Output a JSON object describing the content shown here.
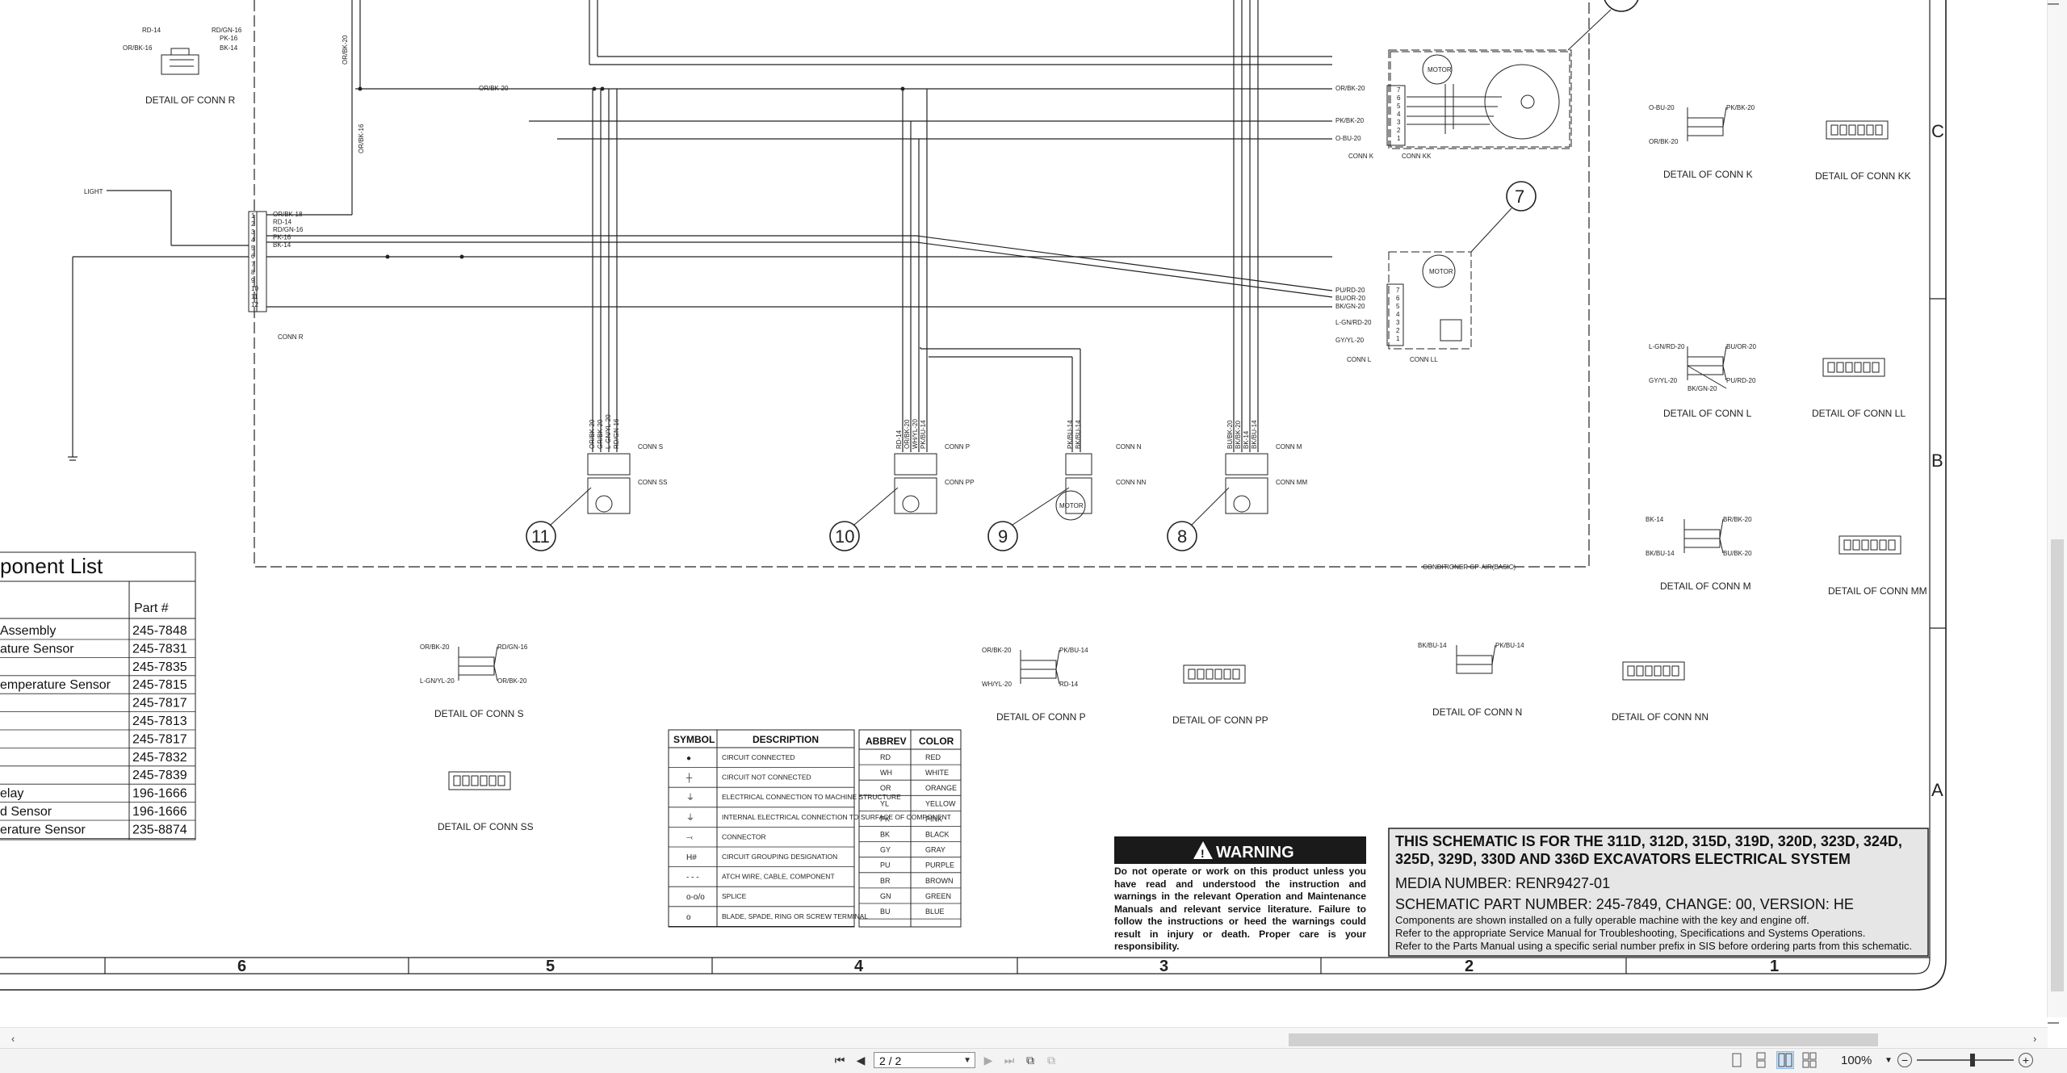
{
  "schematic": {
    "zones": [
      "C",
      "B",
      "A"
    ],
    "columns": [
      "6",
      "5",
      "4",
      "3",
      "2",
      "1"
    ],
    "top_left_connector": {
      "pins": [
        "RD-14",
        "RD/GN-16",
        "PK-16",
        "OR/BK-16",
        "BK-14"
      ],
      "caption": "DETAIL OF CONN R"
    },
    "conn_r": {
      "label": "CONN R",
      "wires": [
        "OR/BK-18",
        "RD-14",
        "RD/GN-16",
        "PK-16",
        "BK-14"
      ],
      "pins": [
        "1",
        "2",
        "3",
        "4",
        "5",
        "6",
        "7",
        "8",
        "9",
        "10",
        "11",
        "12"
      ],
      "light_label": "LIGHT",
      "top_wire_a": "OR/BK-20",
      "top_wire_b": "OR/BK-20",
      "top_wire_c": "OR/BK-16"
    },
    "conn_k": {
      "wires": [
        "OR/BK-20",
        "PK/BK-20",
        "O-BU-20"
      ],
      "pins": [
        "7",
        "6",
        "5",
        "4",
        "3",
        "2",
        "1"
      ],
      "motor": "MOTOR",
      "label_left": "CONN K",
      "label_right": "CONN KK"
    },
    "conn_l": {
      "wires": [
        "PU/RD-20",
        "BU/OR-20",
        "BK/GN-20",
        "L-GN/RD-20",
        "GY/YL-20"
      ],
      "pins": [
        "7",
        "6",
        "5",
        "4",
        "3",
        "2",
        "1"
      ],
      "motor": "MOTOR",
      "label_left": "CONN L",
      "label_right": "CONN LL"
    },
    "callouts": [
      "11",
      "10",
      "9",
      "8",
      "7"
    ],
    "lower_connectors": [
      {
        "wires": [
          "OR/BK-20",
          "GR/BK-20",
          "L-GN/YL-20",
          "RD/GN-16"
        ],
        "a": "CONN S",
        "b": "CONN SS"
      },
      {
        "wires": [
          "RD-14",
          "OR/BK-20",
          "WH/YL-20",
          "PK/BU-14"
        ],
        "a": "CONN P",
        "b": "CONN PP"
      },
      {
        "wires": [
          "PK/BU-14",
          "BK/BU-14"
        ],
        "a": "CONN N",
        "b": "CONN NN",
        "motor": "MOTOR"
      },
      {
        "wires": [
          "BU/BK-20",
          "BK/BK-20",
          "BK-14",
          "BK/BU-14"
        ],
        "a": "CONN M",
        "b": "CONN MM"
      }
    ],
    "box_caption": "CONDITIONER GP-AIR(BASIC)",
    "right_details": [
      {
        "pins": [
          "O-BU-20",
          "PK/BK-20",
          "OR/BK-20"
        ],
        "caption": "DETAIL OF CONN K"
      },
      {
        "caption": "DETAIL OF CONN KK"
      },
      {
        "pins": [
          "L-GN/RD-20",
          "BU/OR-20",
          "GY/YL-20",
          "PU/RD-20",
          "BK/GN-20"
        ],
        "caption": "DETAIL OF CONN L"
      },
      {
        "caption": "DETAIL OF CONN LL"
      },
      {
        "pins": [
          "BK-14",
          "BR/BK-20",
          "BK/BU-14",
          "BU/BK-20"
        ],
        "caption": "DETAIL OF CONN M"
      },
      {
        "caption": "DETAIL OF CONN MM"
      }
    ],
    "lower_details": [
      {
        "pins": [
          "OR/BK-20",
          "RD/GN-16",
          "L-GN/YL-20",
          "OR/BK-20"
        ],
        "caption": "DETAIL OF CONN S"
      },
      {
        "caption": "DETAIL OF CONN SS"
      },
      {
        "pins": [
          "OR/BK-20",
          "PK/BU-14",
          "WH/YL-20",
          "RD-14"
        ],
        "caption": "DETAIL OF CONN P"
      },
      {
        "caption": "DETAIL OF CONN PP"
      },
      {
        "pins": [
          "BK/BU-14",
          "PK/BU-14"
        ],
        "caption": "DETAIL OF CONN N"
      },
      {
        "caption": "DETAIL OF CONN NN"
      }
    ]
  },
  "component_list": {
    "title": "ponent List",
    "header_part": "Part #",
    "rows": [
      {
        "name": "Assembly",
        "part": "245-7848"
      },
      {
        "name": "ature Sensor",
        "part": "245-7831"
      },
      {
        "name": "",
        "part": "245-7835"
      },
      {
        "name": "emperature Sensor",
        "part": "245-7815"
      },
      {
        "name": "",
        "part": "245-7817"
      },
      {
        "name": "",
        "part": "245-7813"
      },
      {
        "name": "",
        "part": "245-7817"
      },
      {
        "name": "",
        "part": "245-7832"
      },
      {
        "name": "",
        "part": "245-7839"
      },
      {
        "name": "elay",
        "part": "196-1666"
      },
      {
        "name": "d Sensor",
        "part": "196-1666"
      },
      {
        "name": "erature Sensor",
        "part": "235-8874"
      }
    ]
  },
  "symbol_table": {
    "h_symbol": "SYMBOL",
    "h_desc": "DESCRIPTION",
    "rows": [
      {
        "sym": "●",
        "desc": "CIRCUIT CONNECTED"
      },
      {
        "sym": "┼",
        "desc": "CIRCUIT NOT CONNECTED"
      },
      {
        "sym": "⏚",
        "desc": "ELECTRICAL CONNECTION TO MACHINE STRUCTURE"
      },
      {
        "sym": "⏚",
        "desc": "INTERNAL ELECTRICAL CONNECTION TO SURFACE OF COMPONENT"
      },
      {
        "sym": "⤙",
        "desc": "CONNECTOR"
      },
      {
        "sym": "H#",
        "desc": "CIRCUIT GROUPING DESIGNATION"
      },
      {
        "sym": "- - -",
        "desc": "ATCH WIRE, CABLE, COMPONENT"
      },
      {
        "sym": "o-o/o",
        "desc": "SPLICE"
      },
      {
        "sym": "o",
        "desc": "BLADE, SPADE, RING OR SCREW TERMINAL"
      }
    ]
  },
  "color_table": {
    "h_abbrev": "ABBREV",
    "h_color": "COLOR",
    "rows": [
      {
        "a": "RD",
        "c": "RED"
      },
      {
        "a": "WH",
        "c": "WHITE"
      },
      {
        "a": "OR",
        "c": "ORANGE"
      },
      {
        "a": "YL",
        "c": "YELLOW"
      },
      {
        "a": "PK",
        "c": "PINK"
      },
      {
        "a": "BK",
        "c": "BLACK"
      },
      {
        "a": "GY",
        "c": "GRAY"
      },
      {
        "a": "PU",
        "c": "PURPLE"
      },
      {
        "a": "BR",
        "c": "BROWN"
      },
      {
        "a": "GN",
        "c": "GREEN"
      },
      {
        "a": "BU",
        "c": "BLUE"
      }
    ]
  },
  "warning": {
    "title": "WARNING",
    "text": "Do not operate or work on this product unless you have read and understood the instruction and warnings in the relevant Operation and Maintenance Manuals and relevant service literature. Failure to follow the instructions or heed the warnings could result in injury or death. Proper care is your responsibility."
  },
  "title_block": {
    "line1": "THIS SCHEMATIC IS FOR THE 311D, 312D, 315D, 319D, 320D, 323D, 324D,",
    "line2": "325D, 329D, 330D AND 336D EXCAVATORS ELECTRICAL SYSTEM",
    "media": "MEDIA NUMBER: RENR9427-01",
    "part": "SCHEMATIC PART NUMBER: 245-7849, CHANGE: 00, VERSION: HE",
    "note1": "Components are shown installed on a fully operable machine with the key and engine off.",
    "note2": "Refer to the appropriate Service Manual for Troubleshooting, Specifications and Systems Operations.",
    "note3": "Refer to the Parts Manual using a specific serial number prefix in SIS before ordering parts from this schematic."
  },
  "viewer": {
    "page_indicator": "2 / 2",
    "zoom_level": "100%",
    "accent": "#f08a24"
  }
}
